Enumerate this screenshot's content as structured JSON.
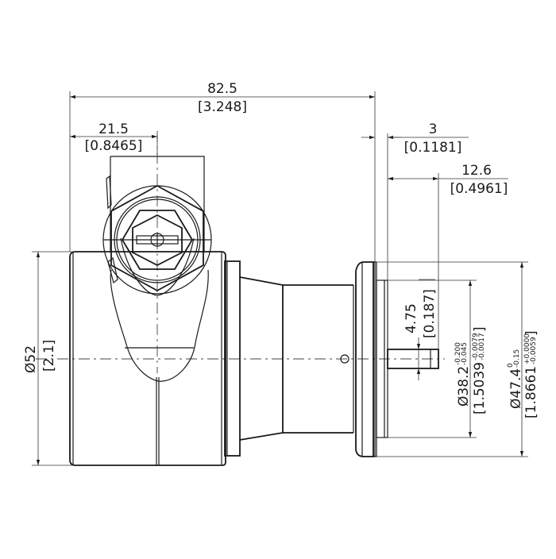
{
  "drawing": {
    "title": "Encoder dimension drawing - side view",
    "units_primary": "mm",
    "units_secondary": "in",
    "line_color": "#1a1a1a"
  },
  "dimensions": {
    "overall_length": {
      "mm": "82.5",
      "inch": "[3.248]"
    },
    "connector_offset": {
      "mm": "21.5",
      "inch": "[0.8465]"
    },
    "flange_thickness": {
      "mm": "3",
      "inch": "[0.1181]"
    },
    "shaft_length": {
      "mm": "12.6",
      "inch": "[0.4961]"
    },
    "shaft_radius": {
      "mm": "4.75",
      "inch": "[0.187]"
    },
    "body_diameter": {
      "mm": "Ø52",
      "inch": "[2.1]"
    },
    "pilot_diameter": {
      "mm": "Ø38.2",
      "tol_upper": "-0.200",
      "tol_lower": "-0.045",
      "inch": "[1.5039",
      "inch_tol_upper": "-0.0079",
      "inch_tol_lower": "-0.0017",
      "inch_close": "]"
    },
    "flange_diameter": {
      "mm": "Ø47.4",
      "tol_upper": "0",
      "tol_lower": "-0.15",
      "inch": "[1.8661",
      "inch_tol_upper": "+0.0000",
      "inch_tol_lower": "-0.0059",
      "inch_close": "]"
    }
  }
}
